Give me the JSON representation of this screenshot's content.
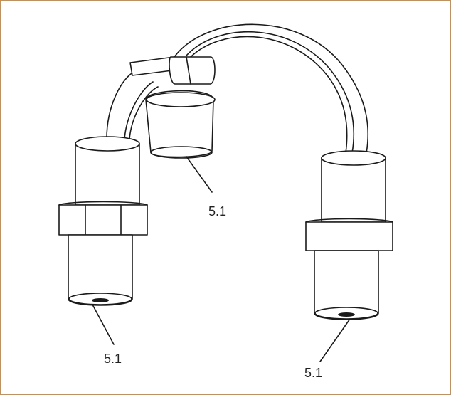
{
  "figure": {
    "frame_color": "#e08a2e",
    "callouts": [
      {
        "id": "top",
        "label": "5.1"
      },
      {
        "id": "left",
        "label": "5.1"
      },
      {
        "id": "right",
        "label": "5.1"
      }
    ]
  }
}
